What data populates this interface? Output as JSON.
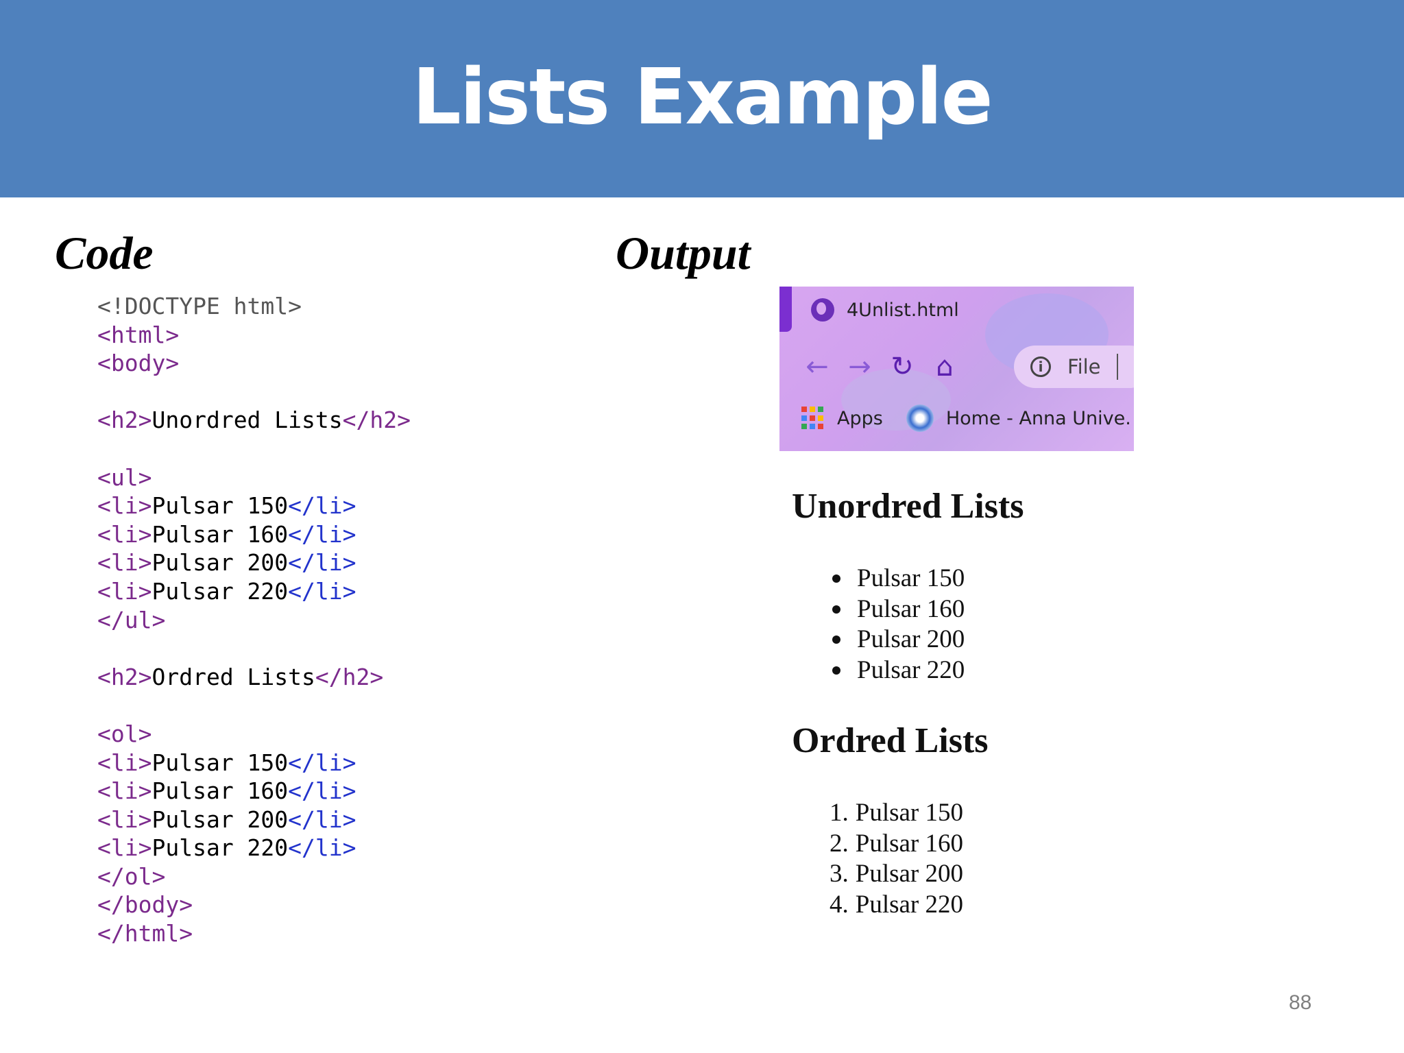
{
  "slide": {
    "title": "Lists Example",
    "page_number": "88"
  },
  "code_section": {
    "heading": "Code",
    "lines": [
      [
        {
          "t": "<!DOCTYPE html>",
          "c": "doctype"
        }
      ],
      [
        {
          "t": "<html>",
          "c": "tag"
        }
      ],
      [
        {
          "t": "<body>",
          "c": "tag"
        }
      ],
      [],
      [
        {
          "t": "<h2>",
          "c": "tag"
        },
        {
          "t": "Unordred Lists",
          "c": "plain"
        },
        {
          "t": "</h2>",
          "c": "tag"
        }
      ],
      [],
      [
        {
          "t": "<ul>",
          "c": "tag"
        }
      ],
      [
        {
          "t": "<li>",
          "c": "tag"
        },
        {
          "t": "Pulsar 150",
          "c": "plain"
        },
        {
          "t": "</li>",
          "c": "tag-blue"
        }
      ],
      [
        {
          "t": "<li>",
          "c": "tag"
        },
        {
          "t": "Pulsar 160",
          "c": "plain"
        },
        {
          "t": "</li>",
          "c": "tag-blue"
        }
      ],
      [
        {
          "t": "<li>",
          "c": "tag"
        },
        {
          "t": "Pulsar 200",
          "c": "plain"
        },
        {
          "t": "</li>",
          "c": "tag-blue"
        }
      ],
      [
        {
          "t": "<li>",
          "c": "tag"
        },
        {
          "t": "Pulsar 220",
          "c": "plain"
        },
        {
          "t": "</li>",
          "c": "tag-blue"
        }
      ],
      [
        {
          "t": "</ul>",
          "c": "tag"
        }
      ],
      [],
      [
        {
          "t": "<h2>",
          "c": "tag"
        },
        {
          "t": "Ordred Lists",
          "c": "plain"
        },
        {
          "t": "</h2>",
          "c": "tag"
        }
      ],
      [],
      [
        {
          "t": "<ol>",
          "c": "tag"
        }
      ],
      [
        {
          "t": "<li>",
          "c": "tag"
        },
        {
          "t": "Pulsar 150",
          "c": "plain"
        },
        {
          "t": "</li>",
          "c": "tag-blue"
        }
      ],
      [
        {
          "t": "<li>",
          "c": "tag"
        },
        {
          "t": "Pulsar 160",
          "c": "plain"
        },
        {
          "t": "</li>",
          "c": "tag-blue"
        }
      ],
      [
        {
          "t": "<li>",
          "c": "tag"
        },
        {
          "t": "Pulsar 200",
          "c": "plain"
        },
        {
          "t": "</li>",
          "c": "tag-blue"
        }
      ],
      [
        {
          "t": "<li>",
          "c": "tag"
        },
        {
          "t": "Pulsar 220",
          "c": "plain"
        },
        {
          "t": "</li>",
          "c": "tag-blue"
        }
      ],
      [
        {
          "t": "</ol>",
          "c": "tag"
        }
      ],
      [
        {
          "t": "</body>",
          "c": "tag"
        }
      ],
      [
        {
          "t": "</html>",
          "c": "tag"
        }
      ]
    ]
  },
  "output_section": {
    "heading": "Output",
    "browser": {
      "tab_title": "4Unlist.html",
      "address_text": "File",
      "bookmarks": {
        "apps_label": "Apps",
        "home_label": "Home - Anna Unive."
      },
      "icons": [
        "globe-icon",
        "back-arrow-icon",
        "forward-arrow-icon",
        "reload-icon",
        "home-icon",
        "info-icon",
        "apps-grid-icon",
        "site-favicon-icon"
      ]
    },
    "unordered": {
      "heading": "Unordred Lists",
      "items": [
        "Pulsar 150",
        "Pulsar 160",
        "Pulsar 200",
        "Pulsar 220"
      ]
    },
    "ordered": {
      "heading": "Ordred Lists",
      "items": [
        "Pulsar 150",
        "Pulsar 160",
        "Pulsar 200",
        "Pulsar 220"
      ],
      "markers": [
        "1.",
        "2.",
        "3.",
        "4."
      ]
    }
  },
  "colors": {
    "title_bar": "#4f81bd",
    "code_tag": "#7b2a8c",
    "code_close_li": "#2233cc",
    "page_number": "#808080"
  }
}
